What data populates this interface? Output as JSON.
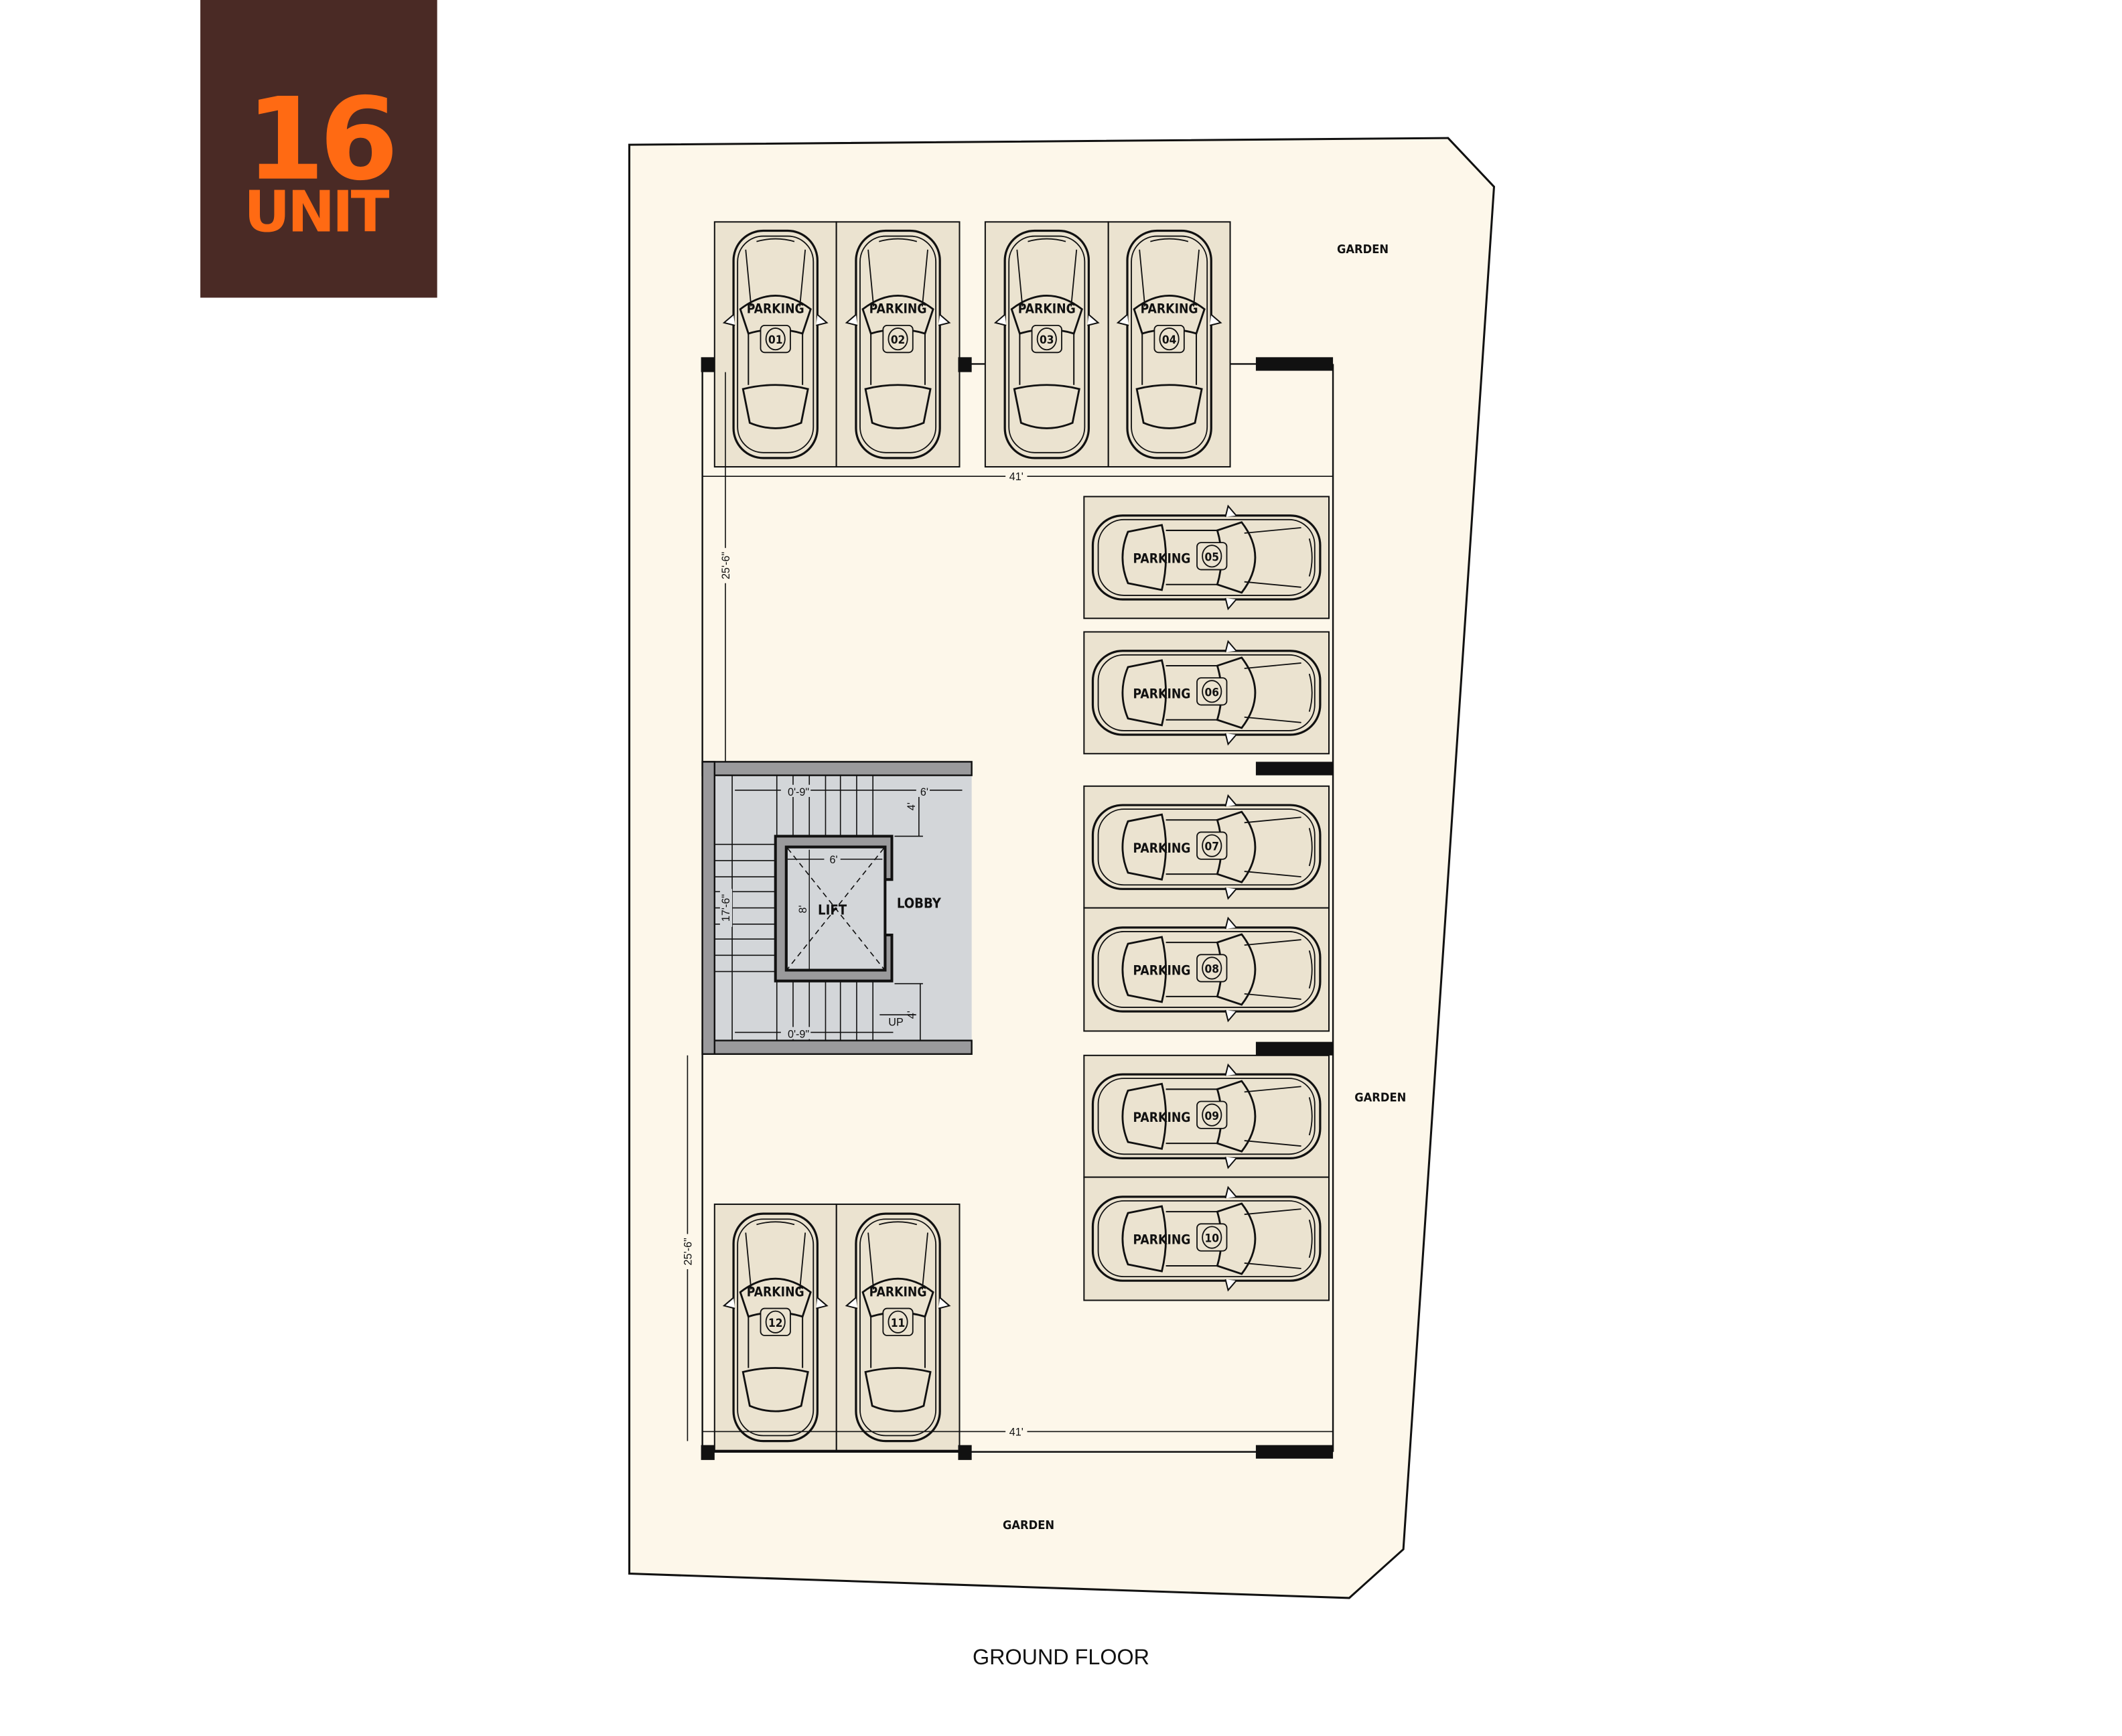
{
  "logo": {
    "number": "16",
    "word": "UNIT",
    "bg_color": "#4a2a25",
    "accent_color": "#ff6a13"
  },
  "title": "GROUND FLOOR",
  "gardens": [
    "GARDEN",
    "GARDEN",
    "GARDEN"
  ],
  "parking": [
    {
      "label": "PARKING",
      "number": "01"
    },
    {
      "label": "PARKING",
      "number": "02"
    },
    {
      "label": "PARKING",
      "number": "03"
    },
    {
      "label": "PARKING",
      "number": "04"
    },
    {
      "label": "PARKING",
      "number": "05"
    },
    {
      "label": "PARKING",
      "number": "06"
    },
    {
      "label": "PARKING",
      "number": "07"
    },
    {
      "label": "PARKING",
      "number": "08"
    },
    {
      "label": "PARKING",
      "number": "09"
    },
    {
      "label": "PARKING",
      "number": "10"
    },
    {
      "label": "PARKING",
      "number": "11"
    },
    {
      "label": "PARKING",
      "number": "12"
    }
  ],
  "core": {
    "lift": "LIFT",
    "lobby": "LOBBY",
    "up": "UP",
    "dims": {
      "stair_top": "0'-9\"",
      "stair_bottom": "0'-9\"",
      "lobby_width": "6'",
      "lobby_top": "4'",
      "lobby_bottom": "4'",
      "lift_width": "6'",
      "lift_depth": "8'",
      "stair_length": "17'-6\""
    }
  },
  "dimensions": {
    "top_width": "41'",
    "bottom_width": "41'",
    "top_depth": "25'-6\"",
    "bottom_depth": "25'-6\""
  },
  "colors": {
    "plot": "#fdf7ea",
    "parking": "#ebe3d0",
    "lobby": "#d3d6d9",
    "wall": "#9a9a9c"
  }
}
